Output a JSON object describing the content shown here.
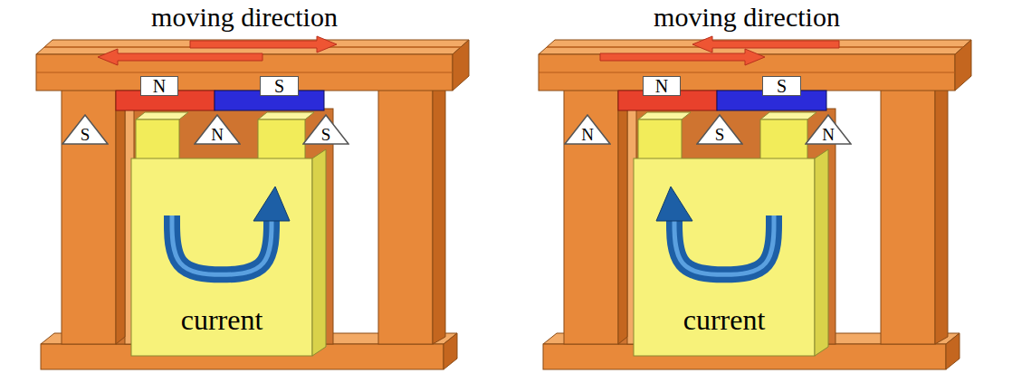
{
  "diagram": {
    "nodes": [
      {
        "text": [
          "N"
        ]
      },
      {
        "text": [
          "S"
        ]
      },
      {
        "text": [
          "S"
        ]
      },
      {
        "text": [
          "N"
        ]
      },
      {
        "text": [
          "S"
        ]
      },
      {
        "text": [
          "current"
        ]
      },
      {
        "text": [
          "N"
        ]
      },
      {
        "text": [
          "S"
        ]
      },
      {
        "text": [
          "N"
        ]
      },
      {
        "text": [
          "S"
        ]
      },
      {
        "text": [
          "N"
        ]
      },
      {
        "text": [
          "current"
        ]
      }
    ],
    "labels": [
      "moving direction",
      "moving direction"
    ]
  }
}
